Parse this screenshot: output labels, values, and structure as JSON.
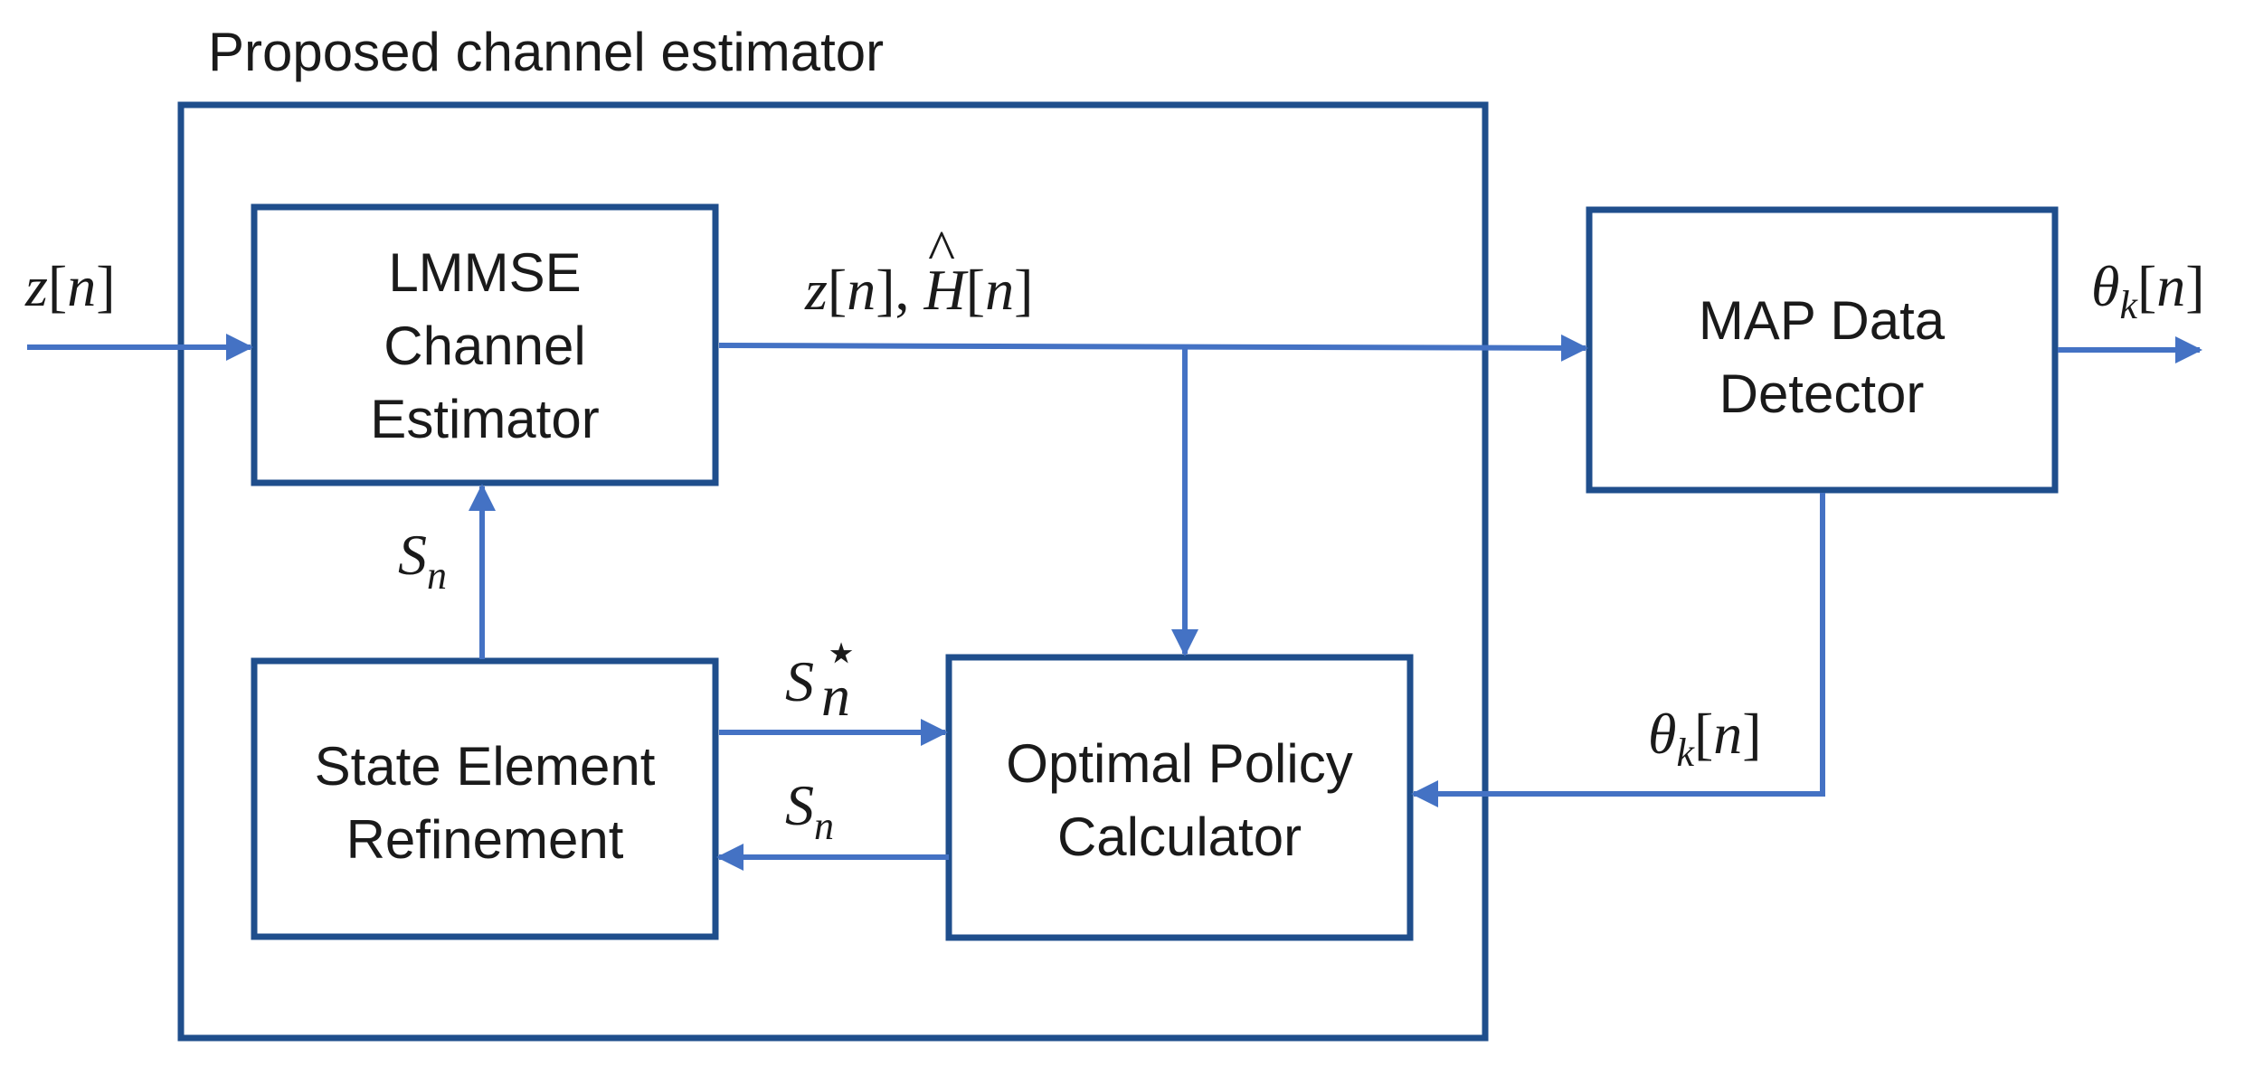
{
  "diagram": {
    "outer_frame_title": "Proposed channel estimator",
    "blocks": {
      "lmmse": {
        "line1": "LMMSE",
        "line2": "Channel",
        "line3": "Estimator"
      },
      "map": {
        "line1": "MAP Data",
        "line2": "Detector"
      },
      "state": {
        "line1": "State Element",
        "line2": "Refinement"
      },
      "policy": {
        "line1": "Optimal Policy",
        "line2": "Calculator"
      }
    },
    "signals": {
      "input": {
        "base": "z",
        "arg": "n"
      },
      "lmmse_output": {
        "base1": "z",
        "arg1": "n",
        "hat": "^",
        "base2": "H",
        "arg2": "n"
      },
      "detector_output": {
        "base": "θ",
        "sub": "k",
        "arg": "n"
      },
      "feedback_theta": {
        "base": "θ",
        "sub": "k",
        "arg": "n"
      },
      "state_to_lmmse": {
        "base": "S",
        "sub": "n"
      },
      "refined_state": {
        "base": "S",
        "sub": "n",
        "sup": "⋆"
      },
      "policy_to_state": {
        "base": "S",
        "sub": "n"
      }
    }
  }
}
